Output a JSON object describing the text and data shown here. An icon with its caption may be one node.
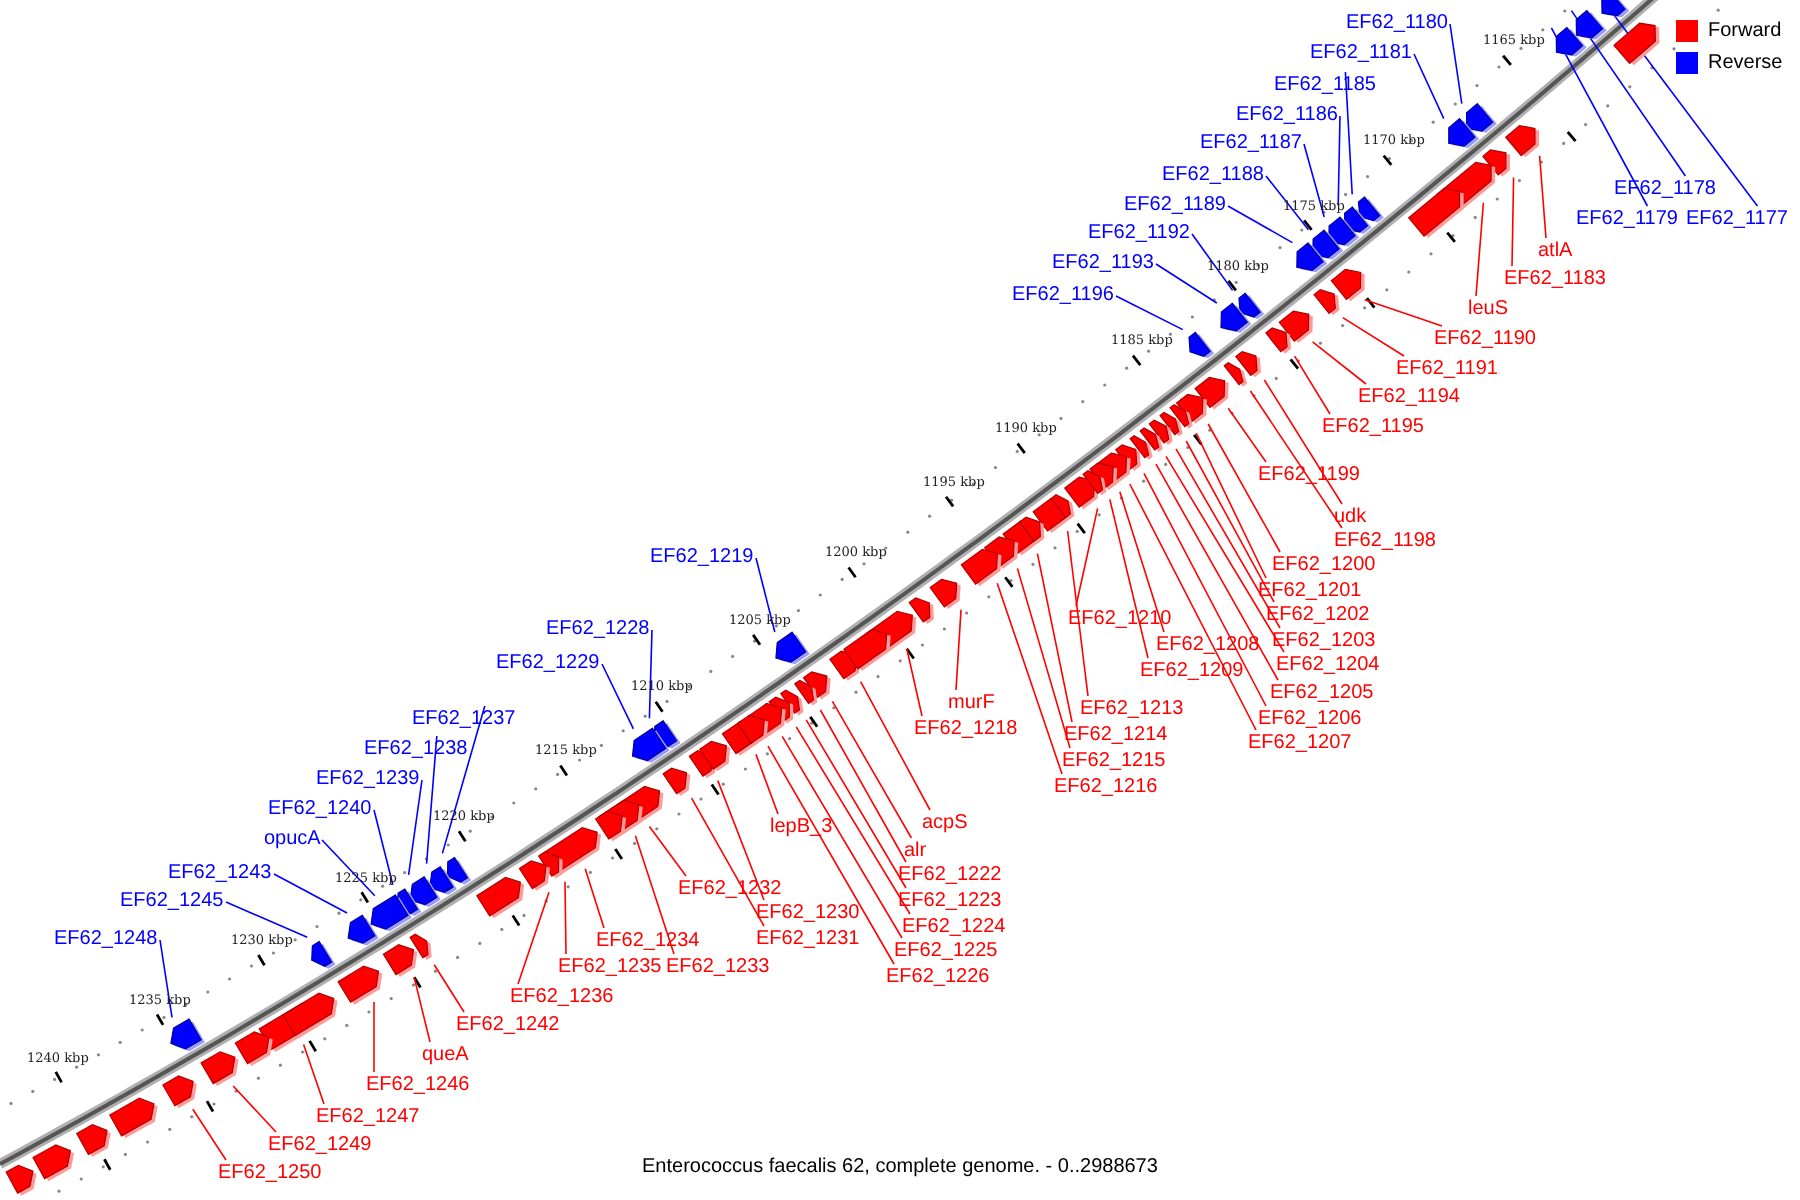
{
  "diagram": {
    "caption": "Enterococcus faecalis 62, complete genome. - 0..2988673",
    "nodes": [
      {
        "text": [
          "EF62_1180"
        ]
      },
      {
        "text": [
          "EF62_1181"
        ]
      },
      {
        "text": [
          "EF62_1185"
        ]
      },
      {
        "text": [
          "EF62_1186"
        ]
      },
      {
        "text": [
          "EF62_1187"
        ]
      },
      {
        "text": [
          "EF62_1188"
        ]
      },
      {
        "text": [
          "EF62_1189"
        ]
      },
      {
        "text": [
          "EF62_1192"
        ]
      },
      {
        "text": [
          "EF62_1193"
        ]
      },
      {
        "text": [
          "EF62_1196"
        ]
      },
      {
        "text": [
          "EF62_1219"
        ]
      },
      {
        "text": [
          "EF62_1228"
        ]
      },
      {
        "text": [
          "EF62_1229"
        ]
      },
      {
        "text": [
          "EF62_1237"
        ]
      },
      {
        "text": [
          "EF62_1238"
        ]
      },
      {
        "text": [
          "EF62_1239"
        ]
      },
      {
        "text": [
          "EF62_1240"
        ]
      },
      {
        "text": [
          "opucA"
        ]
      },
      {
        "text": [
          "EF62_1243"
        ]
      },
      {
        "text": [
          "EF62_1245"
        ]
      },
      {
        "text": [
          "EF62_1248"
        ]
      },
      {
        "text": [
          "EF62_1178"
        ]
      },
      {
        "text": [
          "EF62_1179"
        ]
      },
      {
        "text": [
          "EF62_1177"
        ]
      },
      {
        "text": [
          "atlA"
        ]
      },
      {
        "text": [
          "EF62_1183"
        ]
      },
      {
        "text": [
          "leuS"
        ]
      },
      {
        "text": [
          "EF62_1190"
        ]
      },
      {
        "text": [
          "EF62_1191"
        ]
      },
      {
        "text": [
          "EF62_1194"
        ]
      },
      {
        "text": [
          "EF62_1195"
        ]
      },
      {
        "text": [
          "EF62_1199"
        ]
      },
      {
        "text": [
          "udk"
        ]
      },
      {
        "text": [
          "EF62_1198"
        ]
      },
      {
        "text": [
          "EF62_1200"
        ]
      },
      {
        "text": [
          "EF62_1201"
        ]
      },
      {
        "text": [
          "EF62_1202"
        ]
      },
      {
        "text": [
          "EF62_1203"
        ]
      },
      {
        "text": [
          "EF62_1204"
        ]
      },
      {
        "text": [
          "EF62_1205"
        ]
      },
      {
        "text": [
          "EF62_1206"
        ]
      },
      {
        "text": [
          "EF62_1207"
        ]
      },
      {
        "text": [
          "EF62_1210"
        ]
      },
      {
        "text": [
          "EF62_1208"
        ]
      },
      {
        "text": [
          "EF62_1209"
        ]
      },
      {
        "text": [
          "EF62_1213"
        ]
      },
      {
        "text": [
          "EF62_1214"
        ]
      },
      {
        "text": [
          "EF62_1215"
        ]
      },
      {
        "text": [
          "EF62_1216"
        ]
      },
      {
        "text": [
          "murF"
        ]
      },
      {
        "text": [
          "EF62_1218"
        ]
      },
      {
        "text": [
          "acpS"
        ]
      },
      {
        "text": [
          "lepB_3"
        ]
      },
      {
        "text": [
          "alr"
        ]
      },
      {
        "text": [
          "EF62_1222"
        ]
      },
      {
        "text": [
          "EF62_1223"
        ]
      },
      {
        "text": [
          "EF62_1224"
        ]
      },
      {
        "text": [
          "EF62_1225"
        ]
      },
      {
        "text": [
          "EF62_1226"
        ]
      },
      {
        "text": [
          "EF62_1232"
        ]
      },
      {
        "text": [
          "EF62_1230"
        ]
      },
      {
        "text": [
          "EF62_1231"
        ]
      },
      {
        "text": [
          "EF62_1234"
        ]
      },
      {
        "text": [
          "EF62_1233"
        ]
      },
      {
        "text": [
          "EF62_1235"
        ]
      },
      {
        "text": [
          "EF62_1236"
        ]
      },
      {
        "text": [
          "EF62_1242"
        ]
      },
      {
        "text": [
          "queA"
        ]
      },
      {
        "text": [
          "EF62_1246"
        ]
      },
      {
        "text": [
          "EF62_1247"
        ]
      },
      {
        "text": [
          "EF62_1249"
        ]
      },
      {
        "text": [
          "EF62_1250"
        ]
      },
      {
        "text": [],
        "shape": "arrow"
      },
      {
        "text": [],
        "shape": "arrow"
      },
      {
        "text": [],
        "shape": "arrow"
      },
      {
        "text": [],
        "shape": "arrow"
      },
      {
        "text": [],
        "shape": "arrow"
      },
      {
        "text": [],
        "shape": "arrow"
      },
      {
        "text": [],
        "shape": "arrow"
      },
      {
        "text": [],
        "shape": "arrow"
      },
      {
        "text": [],
        "shape": "arrow"
      },
      {
        "text": [],
        "shape": "arrow"
      },
      {
        "text": [],
        "shape": "arrow"
      },
      {
        "text": [],
        "shape": "arrow"
      },
      {
        "text": [],
        "shape": "arrow"
      },
      {
        "text": [],
        "shape": "arrow"
      },
      {
        "text": [],
        "shape": "arrow"
      },
      {
        "text": [],
        "shape": "arrow"
      },
      {
        "text": [],
        "shape": "arrow"
      },
      {
        "text": [],
        "shape": "arrow"
      },
      {
        "text": [],
        "shape": "arrow"
      },
      {
        "text": [],
        "shape": "arrow"
      },
      {
        "text": [],
        "shape": "arrow"
      },
      {
        "text": [],
        "shape": "arrow"
      },
      {
        "text": [],
        "shape": "arrow"
      },
      {
        "text": [],
        "shape": "arrow"
      },
      {
        "text": [],
        "shape": "arrow"
      },
      {
        "text": [],
        "shape": "arrow"
      },
      {
        "text": [],
        "shape": "arrow"
      },
      {
        "text": [],
        "shape": "arrow"
      },
      {
        "text": [],
        "shape": "arrow"
      },
      {
        "text": [],
        "shape": "arrow"
      },
      {
        "text": [],
        "shape": "arrow"
      },
      {
        "text": [],
        "shape": "arrow"
      },
      {
        "text": [],
        "shape": "arrow"
      },
      {
        "text": [],
        "shape": "arrow"
      },
      {
        "text": [],
        "shape": "arrow"
      },
      {
        "text": [],
        "shape": "arrow"
      },
      {
        "text": [],
        "shape": "arrow"
      },
      {
        "text": [],
        "shape": "arrow"
      },
      {
        "text": [],
        "shape": "arrow"
      },
      {
        "text": [],
        "shape": "arrow"
      },
      {
        "text": [],
        "shape": "arrow"
      },
      {
        "text": [],
        "shape": "arrow"
      },
      {
        "text": [],
        "shape": "arrow"
      },
      {
        "text": [],
        "shape": "arrow"
      },
      {
        "text": [],
        "shape": "arrow"
      },
      {
        "text": [],
        "shape": "arrow"
      },
      {
        "text": [],
        "shape": "arrow"
      },
      {
        "text": [],
        "shape": "arrow"
      },
      {
        "text": [],
        "shape": "arrow"
      },
      {
        "text": [],
        "shape": "arrow"
      },
      {
        "text": [],
        "shape": "arrow"
      },
      {
        "text": [],
        "shape": "arrow"
      },
      {
        "text": [],
        "shape": "arrow"
      },
      {
        "text": [],
        "shape": "arrow"
      },
      {
        "text": [],
        "shape": "arrow"
      },
      {
        "text": [],
        "shape": "arrow"
      },
      {
        "text": [],
        "shape": "arrow"
      },
      {
        "text": [],
        "shape": "arrow"
      },
      {
        "text": [],
        "shape": "arrow"
      },
      {
        "text": [],
        "shape": "arrow"
      },
      {
        "text": [],
        "shape": "arrow"
      },
      {
        "text": [],
        "shape": "arrow"
      },
      {
        "text": [],
        "shape": "arrow"
      },
      {
        "text": [],
        "shape": "arrow"
      },
      {
        "text": [],
        "shape": "arrow"
      },
      {
        "text": [],
        "shape": "arrow"
      },
      {
        "text": [],
        "shape": "arrow"
      },
      {
        "text": [],
        "shape": "arrow"
      },
      {
        "text": [],
        "shape": "arrow"
      },
      {
        "text": [],
        "shape": "arrow"
      },
      {
        "text": [],
        "shape": "arrow"
      },
      {
        "text": [],
        "shape": "arrow"
      },
      {
        "text": [],
        "shape": "arrow"
      },
      {
        "text": [],
        "shape": "arrow"
      },
      {
        "text": [],
        "shape": "arrow"
      },
      {
        "text": [],
        "shape": "arrow"
      },
      {
        "text": [],
        "shape": "arrow"
      },
      {
        "text": [],
        "shape": "arrow"
      },
      {
        "text": [],
        "shape": "arrow"
      },
      {
        "text": [],
        "shape": "arrow"
      },
      {
        "text": [],
        "shape": "arrow"
      },
      {
        "text": [],
        "shape": "arrow"
      },
      {
        "text": [],
        "shape": "arrow"
      },
      {
        "text": [],
        "shape": "arrow"
      },
      {
        "text": [],
        "shape": "arrow"
      },
      {
        "text": [],
        "shape": "arrow"
      },
      {
        "text": [],
        "shape": "arrow"
      }
    ],
    "edges": [
      {
        "from": 0,
        "to": 72,
        "arrow": "none",
        "color": "#0000ff"
      },
      {
        "from": 1,
        "to": 73,
        "arrow": "none",
        "color": "#0000ff"
      },
      {
        "from": 2,
        "to": 74,
        "arrow": "none",
        "color": "#0000ff"
      },
      {
        "from": 3,
        "to": 75,
        "arrow": "none",
        "color": "#0000ff"
      },
      {
        "from": 4,
        "to": 76,
        "arrow": "none",
        "color": "#0000ff"
      },
      {
        "from": 5,
        "to": 77,
        "arrow": "none",
        "color": "#0000ff"
      },
      {
        "from": 6,
        "to": 78,
        "arrow": "none",
        "color": "#0000ff"
      },
      {
        "from": 7,
        "to": 79,
        "arrow": "none",
        "color": "#0000ff"
      },
      {
        "from": 8,
        "to": 80,
        "arrow": "none",
        "color": "#0000ff"
      },
      {
        "from": 9,
        "to": 81,
        "arrow": "none",
        "color": "#0000ff"
      },
      {
        "from": 10,
        "to": 82,
        "arrow": "none",
        "color": "#0000ff"
      },
      {
        "from": 11,
        "to": 83,
        "arrow": "none",
        "color": "#0000ff"
      },
      {
        "from": 12,
        "to": 84,
        "arrow": "none",
        "color": "#0000ff"
      },
      {
        "from": 13,
        "to": 85,
        "arrow": "none",
        "color": "#0000ff"
      },
      {
        "from": 14,
        "to": 86,
        "arrow": "none",
        "color": "#0000ff"
      },
      {
        "from": 15,
        "to": 87,
        "arrow": "none",
        "color": "#0000ff"
      },
      {
        "from": 16,
        "to": 88,
        "arrow": "none",
        "color": "#0000ff"
      },
      {
        "from": 17,
        "to": 89,
        "arrow": "none",
        "color": "#0000ff"
      },
      {
        "from": 18,
        "to": 90,
        "arrow": "none",
        "color": "#0000ff"
      },
      {
        "from": 19,
        "to": 91,
        "arrow": "none",
        "color": "#0000ff"
      },
      {
        "from": 20,
        "to": 92,
        "arrow": "none",
        "color": "#0000ff"
      },
      {
        "from": 21,
        "to": 93,
        "arrow": "none",
        "color": "#0000ff"
      },
      {
        "from": 22,
        "to": 94,
        "arrow": "none",
        "color": "#0000ff"
      },
      {
        "from": 23,
        "to": 95,
        "arrow": "none",
        "color": "#0000ff"
      },
      {
        "from": 24,
        "to": 96,
        "arrow": "none"
      },
      {
        "from": 25,
        "to": 97,
        "arrow": "none"
      },
      {
        "from": 26,
        "to": 98,
        "arrow": "none"
      },
      {
        "from": 27,
        "to": 99,
        "arrow": "none"
      },
      {
        "from": 28,
        "to": 100,
        "arrow": "none"
      },
      {
        "from": 29,
        "to": 101,
        "arrow": "none"
      },
      {
        "from": 30,
        "to": 102,
        "arrow": "none"
      },
      {
        "from": 31,
        "to": 103,
        "arrow": "none"
      },
      {
        "from": 32,
        "to": 104,
        "arrow": "none"
      },
      {
        "from": 33,
        "to": 105,
        "arrow": "none"
      },
      {
        "from": 34,
        "to": 106,
        "arrow": "none"
      },
      {
        "from": 35,
        "to": 107,
        "arrow": "none"
      },
      {
        "from": 36,
        "to": 108,
        "arrow": "none"
      },
      {
        "from": 37,
        "to": 109,
        "arrow": "none"
      },
      {
        "from": 38,
        "to": 110,
        "arrow": "none"
      },
      {
        "from": 39,
        "to": 111,
        "arrow": "none"
      },
      {
        "from": 40,
        "to": 112,
        "arrow": "none"
      },
      {
        "from": 41,
        "to": 113,
        "arrow": "none"
      },
      {
        "from": 42,
        "to": 114,
        "arrow": "none"
      },
      {
        "from": 43,
        "to": 115,
        "arrow": "none"
      },
      {
        "from": 44,
        "to": 116,
        "arrow": "none"
      },
      {
        "from": 45,
        "to": 117,
        "arrow": "none"
      },
      {
        "from": 46,
        "to": 118,
        "arrow": "none"
      },
      {
        "from": 47,
        "to": 119,
        "arrow": "none"
      },
      {
        "from": 48,
        "to": 120,
        "arrow": "none"
      },
      {
        "from": 49,
        "to": 121,
        "arrow": "none"
      },
      {
        "from": 50,
        "to": 122,
        "arrow": "none"
      },
      {
        "from": 51,
        "to": 123,
        "arrow": "none"
      },
      {
        "from": 52,
        "to": 124,
        "arrow": "none"
      },
      {
        "from": 53,
        "to": 125,
        "arrow": "none"
      },
      {
        "from": 54,
        "to": 126,
        "arrow": "none"
      },
      {
        "from": 55,
        "to": 127,
        "arrow": "none"
      },
      {
        "from": 56,
        "to": 128,
        "arrow": "none"
      },
      {
        "from": 57,
        "to": 129,
        "arrow": "none"
      },
      {
        "from": 58,
        "to": 130,
        "arrow": "none"
      },
      {
        "from": 59,
        "to": 131,
        "arrow": "none"
      },
      {
        "from": 60,
        "to": 132,
        "arrow": "none"
      },
      {
        "from": 61,
        "to": 133,
        "arrow": "none"
      },
      {
        "from": 62,
        "to": 134,
        "arrow": "none"
      },
      {
        "from": 63,
        "to": 135,
        "arrow": "none"
      },
      {
        "from": 64,
        "to": 136,
        "arrow": "none"
      },
      {
        "from": 65,
        "to": 137,
        "arrow": "none"
      },
      {
        "from": 66,
        "to": 138,
        "arrow": "none"
      },
      {
        "from": 67,
        "to": 139,
        "arrow": "none"
      },
      {
        "from": 68,
        "to": 140,
        "arrow": "none"
      },
      {
        "from": 69,
        "to": 141,
        "arrow": "none"
      },
      {
        "from": 70,
        "to": 142,
        "arrow": "none"
      },
      {
        "from": 71,
        "to": 143,
        "arrow": "none"
      }
    ],
    "labels": [
      "1165 kbp",
      "1170 kbp",
      "1175 kbp",
      "1180 kbp",
      "1185 kbp",
      "1190 kbp",
      "1195 kbp",
      "1200 kbp",
      "1205 kbp",
      "1210 kbp",
      "1215 kbp",
      "1220 kbp",
      "1225 kbp",
      "1230 kbp",
      "1235 kbp",
      "1240 kbp"
    ],
    "legend": [
      {
        "text": "Forward",
        "color": "#ff0000"
      },
      {
        "text": "Reverse",
        "color": "#0000ff"
      }
    ]
  }
}
